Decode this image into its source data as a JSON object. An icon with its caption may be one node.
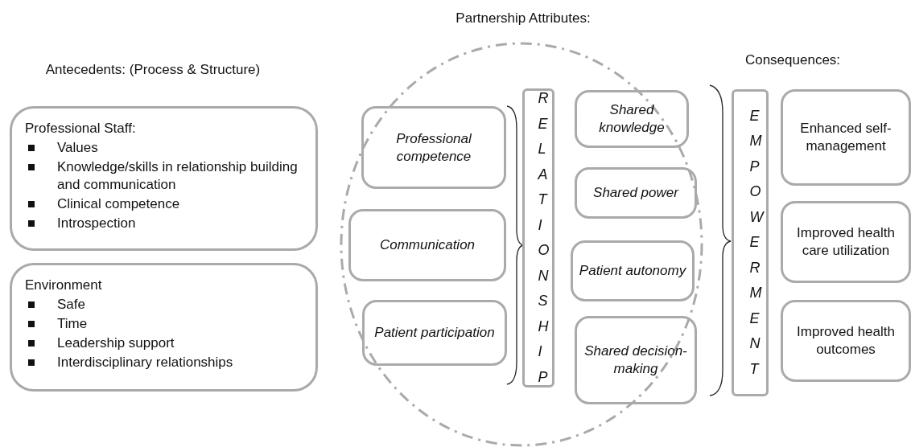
{
  "diagram": {
    "nodes": [
      {
        "text": [
          "Professional Staff:",
          "Values",
          "Knowledge/skills in relationship building and communication",
          "Clinical competence",
          "Introspection"
        ]
      },
      {
        "text": [
          "Environment",
          "Safe",
          "Time",
          "Leadership support",
          "Interdisciplinary relationships"
        ]
      },
      {
        "text": [
          "Professional competence"
        ]
      },
      {
        "text": [
          "Communication"
        ]
      },
      {
        "text": [
          "Patient participation"
        ]
      },
      {
        "text": [
          "RELATIONSHIP"
        ]
      },
      {
        "text": [
          "Shared knowledge"
        ]
      },
      {
        "text": [
          "Shared power"
        ]
      },
      {
        "text": [
          "Patient autonomy"
        ]
      },
      {
        "text": [
          "Shared decision-making"
        ]
      },
      {
        "text": [
          "EMPOWERMENT"
        ]
      },
      {
        "text": [
          "Enhanced self-management"
        ]
      },
      {
        "text": [
          "Improved health care utilization"
        ]
      },
      {
        "text": [
          "Improved health outcomes"
        ]
      }
    ],
    "labels": [
      "Partnership Attributes:",
      "Antecedents: (Process & Structure)",
      "Consequences:"
    ]
  }
}
